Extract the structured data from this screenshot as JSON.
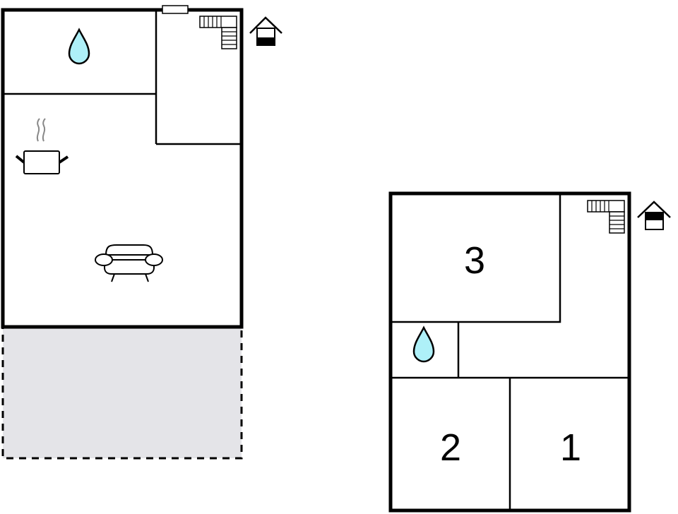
{
  "colors": {
    "wall": "#000000",
    "water": "#aef0f8",
    "terrace_fill": "#e4e4e8",
    "background": "#ffffff",
    "steam": "#888888"
  },
  "floor_ground": {
    "rooms": [
      {
        "id": "bathroom",
        "icon": "water-drop-icon"
      },
      {
        "id": "hallway-stairs",
        "icon": "staircase-icon"
      },
      {
        "id": "living-kitchen",
        "icons": [
          "cooking-pot-icon",
          "armchair-icon"
        ]
      },
      {
        "id": "terrace",
        "style": "dashed"
      }
    ],
    "entrance_icon": "house-entrance-icon"
  },
  "floor_upper": {
    "rooms": [
      {
        "id": "bedroom-3",
        "label": "3"
      },
      {
        "id": "stair-landing",
        "icon": "staircase-icon"
      },
      {
        "id": "bathroom",
        "icon": "water-drop-icon"
      },
      {
        "id": "bedroom-2",
        "label": "2"
      },
      {
        "id": "bedroom-1",
        "label": "1"
      }
    ],
    "entrance_icon": "house-upper-floor-icon"
  }
}
